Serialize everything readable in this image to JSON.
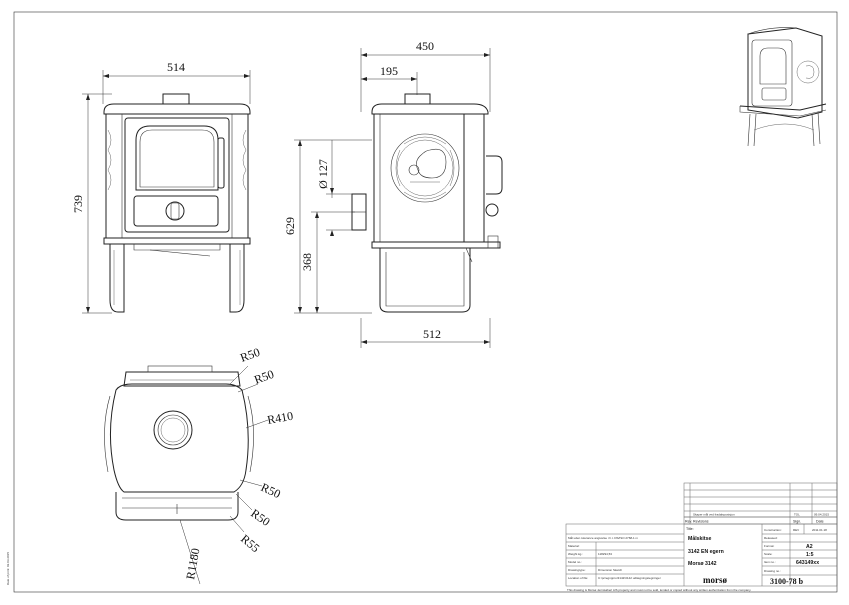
{
  "dimensions": {
    "front_width": "514",
    "front_height": "739",
    "side_depth_total": "450",
    "side_flue_offset": "195",
    "flue_diameter": "Ø 127",
    "flue_height": "629",
    "rear_outlet_height": "368",
    "side_base_depth": "512",
    "top_radii": [
      "R50",
      "R50",
      "R410",
      "R50",
      "R50",
      "R55",
      "R1180"
    ]
  },
  "side_date_text": "Date of print: 02.03.2015",
  "title_block": {
    "revision_text": "Skaper mål ved fradalsposisjon",
    "revision_initials": "TOL",
    "revision_date": "09.04.2015",
    "rev_header": [
      "Rev.",
      "Revisions",
      "Sign.",
      "Date"
    ],
    "title_label": "Title:",
    "title_value": "Målskitse",
    "subtitle1": "3142 EN egern",
    "subtitle2": "Morsø 3142",
    "left_rows": [
      {
        "label": "Mål uden tolerance angivelse i h.t. DS/ISO 2768-1 m",
        "value": ""
      },
      {
        "label": "Material:",
        "value": ""
      },
      {
        "label": "Weight kg.:",
        "value": "118294,53"
      },
      {
        "label": "Model no.:",
        "value": ""
      },
      {
        "label": "Drawingtype:",
        "value": "Dimension Sketch"
      },
      {
        "label": "Location of file:",
        "value": "C:\\pc\\egnppro\\3142\\3142 udlægningstegninger"
      }
    ],
    "right_rows": [
      {
        "label": "Construction:",
        "mid": "REV",
        "value": "2011.01.18"
      },
      {
        "label": "Released:",
        "mid": "",
        "value": ""
      },
      {
        "label": "Format:",
        "mid": "",
        "value": "A2"
      },
      {
        "label": "Scale:",
        "mid": "",
        "value": "1:5"
      },
      {
        "label": "Item no.:",
        "mid": "",
        "value": "643149xx"
      },
      {
        "label": "Drawing no.:",
        "mid": "",
        "value": "3100-78 b"
      }
    ],
    "logo": "morsø",
    "footer": "This drawing is Morsø Jernstøberi A/S property and must not be sold, lended or copied without any written authorization from the company."
  }
}
